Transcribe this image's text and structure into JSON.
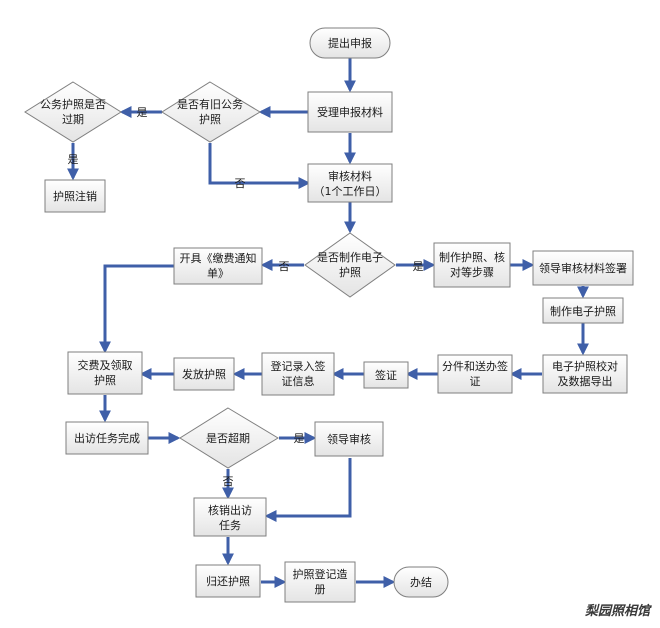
{
  "nodes": {
    "start": [
      "提出申报"
    ],
    "accept": [
      "受理申报材料"
    ],
    "has_old": [
      "是否有旧公务",
      "护照"
    ],
    "expired": [
      "公务护照是否",
      "过期"
    ],
    "cancel": [
      "护照注销"
    ],
    "review": [
      "审核材料",
      "（1个工作日）"
    ],
    "is_electronic": [
      "是否制作电子",
      "护照"
    ],
    "notice": [
      "开具《缴费通知",
      "单》"
    ],
    "make_steps": [
      "制作护照、核",
      "对等步骤"
    ],
    "leader_sign": [
      "领导审核材料签署"
    ],
    "make_e": [
      "制作电子护照"
    ],
    "check_export": [
      "电子护照校对",
      "及数据导出"
    ],
    "dispatch": [
      "分件和送办签",
      "证"
    ],
    "visa": [
      "签证"
    ],
    "register_visa": [
      "登记录入签",
      "证信息"
    ],
    "issue": [
      "发放护照"
    ],
    "pay_collect": [
      "交费及领取",
      "护照"
    ],
    "complete": [
      "出访任务完成"
    ],
    "overdue": [
      "是否超期"
    ],
    "leader_review": [
      "领导审核"
    ],
    "verify": [
      "核销出访",
      "任务"
    ],
    "return": [
      "归还护照"
    ],
    "register_book": [
      "护照登记造",
      "册"
    ],
    "end": [
      "办结"
    ]
  },
  "edges": {
    "yes": "是",
    "no": "否"
  },
  "watermark": "梨园照相馆"
}
